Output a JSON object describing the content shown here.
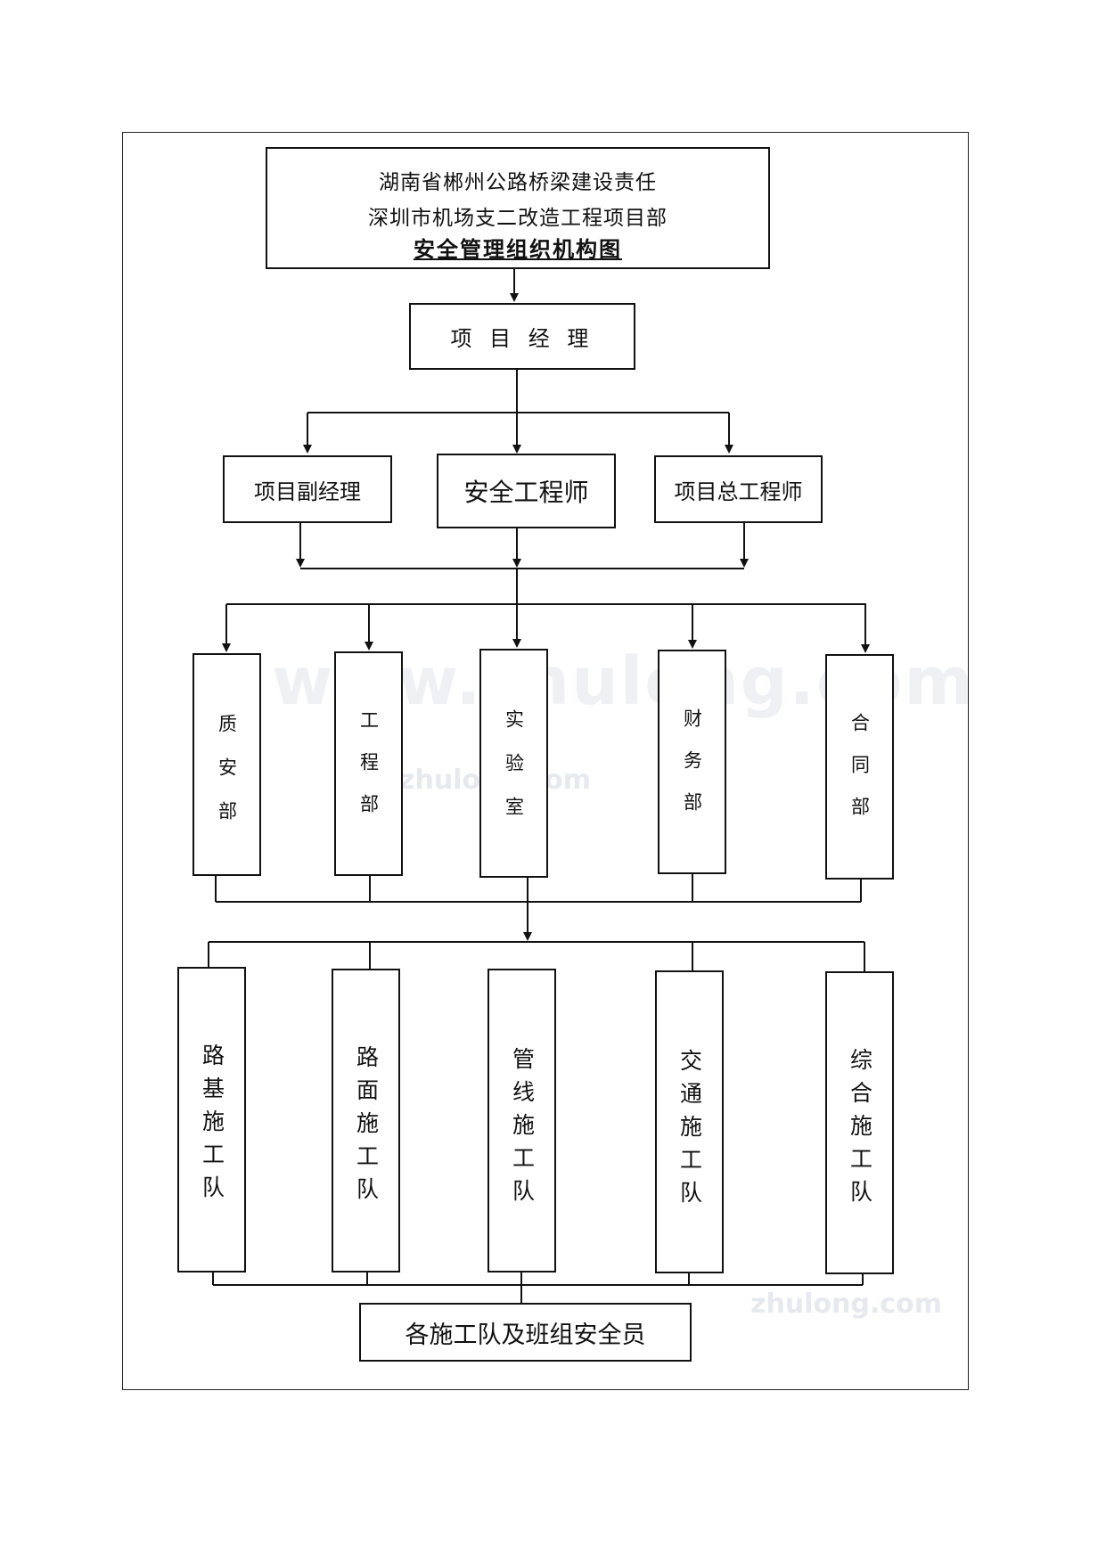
{
  "title": {
    "line1": "湖南省郴州公路桥梁建设责任",
    "line2": "深圳市机场支二改造工程项目部",
    "main": "安全管理组织机构图"
  },
  "level1": {
    "manager": "项 目 经 理"
  },
  "level2": {
    "deputy": "项目副经理",
    "safety_engineer": "安全工程师",
    "chief_engineer": "项目总工程师"
  },
  "departments": [
    "质安部",
    "工程部",
    "实验室",
    "财务部",
    "合同部"
  ],
  "teams": [
    "路基施工队",
    "路面施工队",
    "管线施工队",
    "交通施工队",
    "综合施工队"
  ],
  "bottom": "各施工队及班组安全员",
  "watermark": {
    "large": "www.zhulong.com",
    "small1": "zhulong.com",
    "small2": "zhulong.com"
  },
  "colors": {
    "line": "#111111",
    "watermark": "#e6e9ee"
  }
}
